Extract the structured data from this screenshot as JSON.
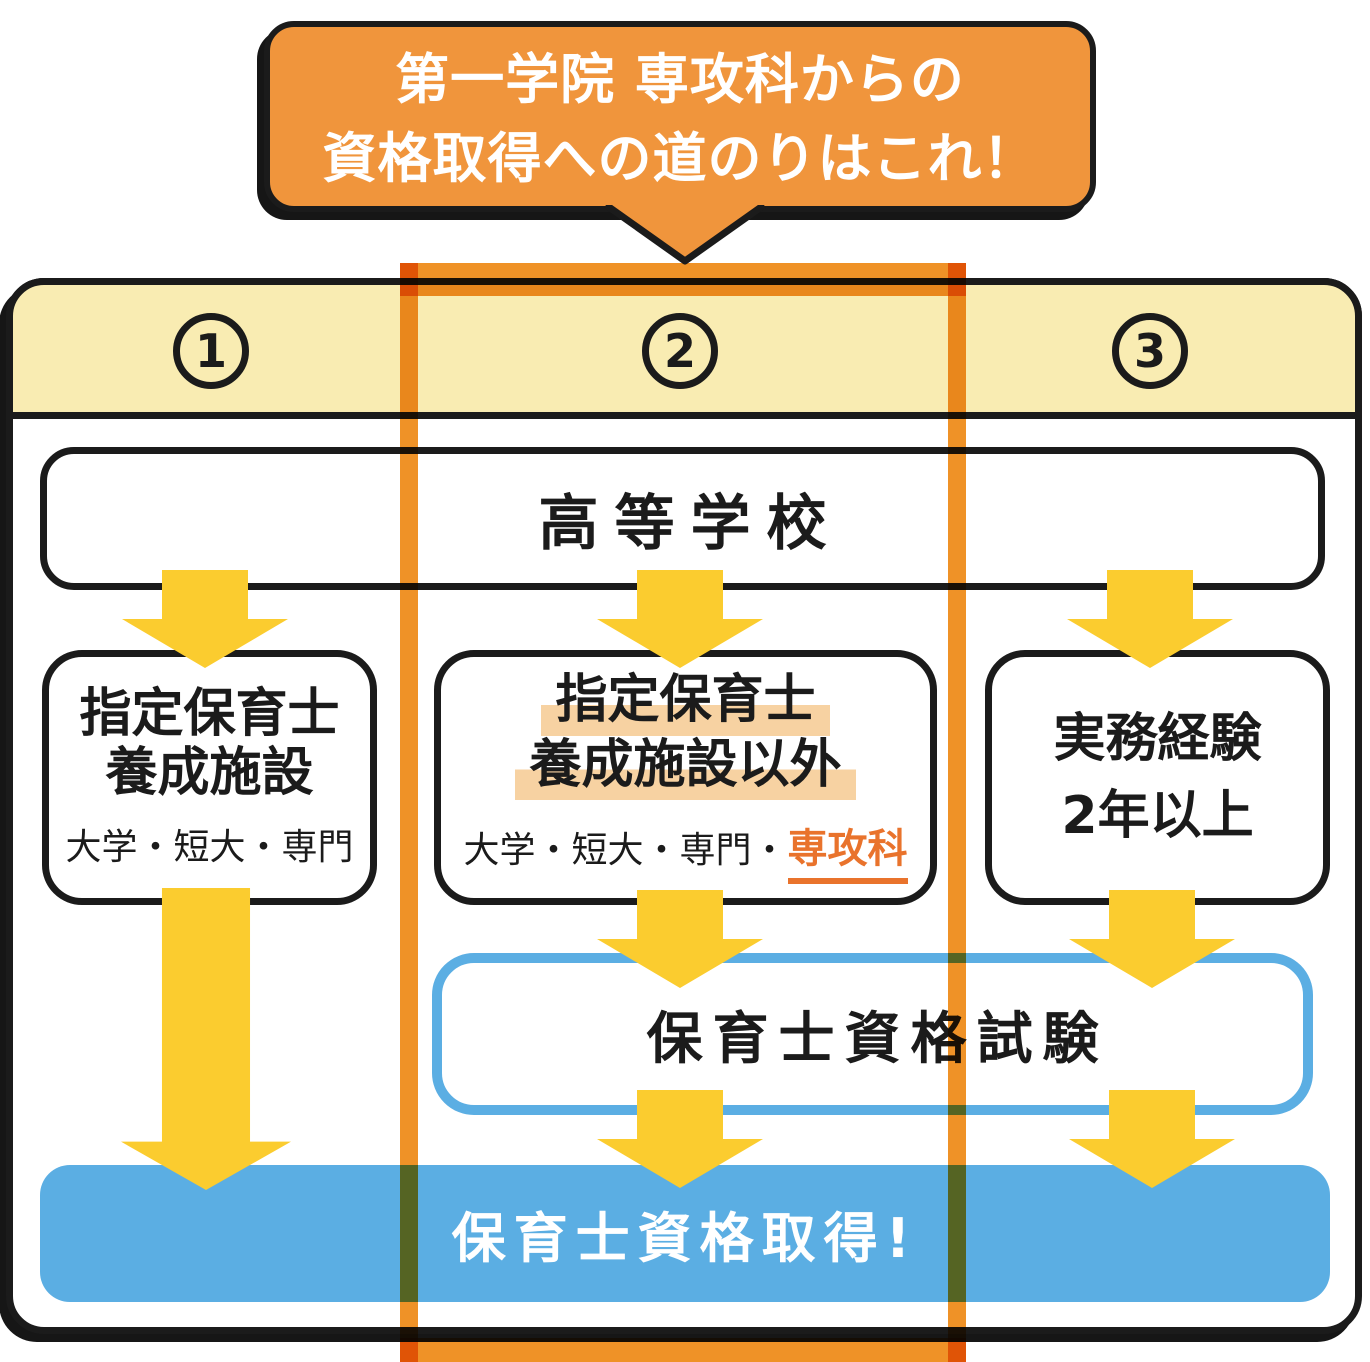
{
  "bubble": {
    "line1": "第一学院 専攻科からの",
    "line2": "資格取得への道のりはこれ！"
  },
  "header": {
    "numbers": [
      "1",
      "2",
      "3"
    ]
  },
  "flow": {
    "high_school": "高等学校",
    "col1": {
      "title1": "指定保育士",
      "title2": "養成施設",
      "subtitle": "大学・短大・専門"
    },
    "col2": {
      "title1": "指定保育士",
      "title2": "養成施設以外",
      "subtitle_prefix": "大学・短大・専門・",
      "subtitle_em": "専攻科"
    },
    "col3": {
      "line1": "実務経験",
      "line2": "2年以上"
    },
    "exam": "保育士資格試験",
    "result": "保育士資格取得!"
  },
  "colors": {
    "bubble_orange": "#F0953C",
    "frame_orange": "#EF9227",
    "cream": "#F9ECB2",
    "arrow_yellow": "#FBCC2F",
    "blue": "#5BAEE3",
    "highlight_peach": "#F7D2A2",
    "em_orange": "#E9732C",
    "ink": "#1B1B1B"
  }
}
